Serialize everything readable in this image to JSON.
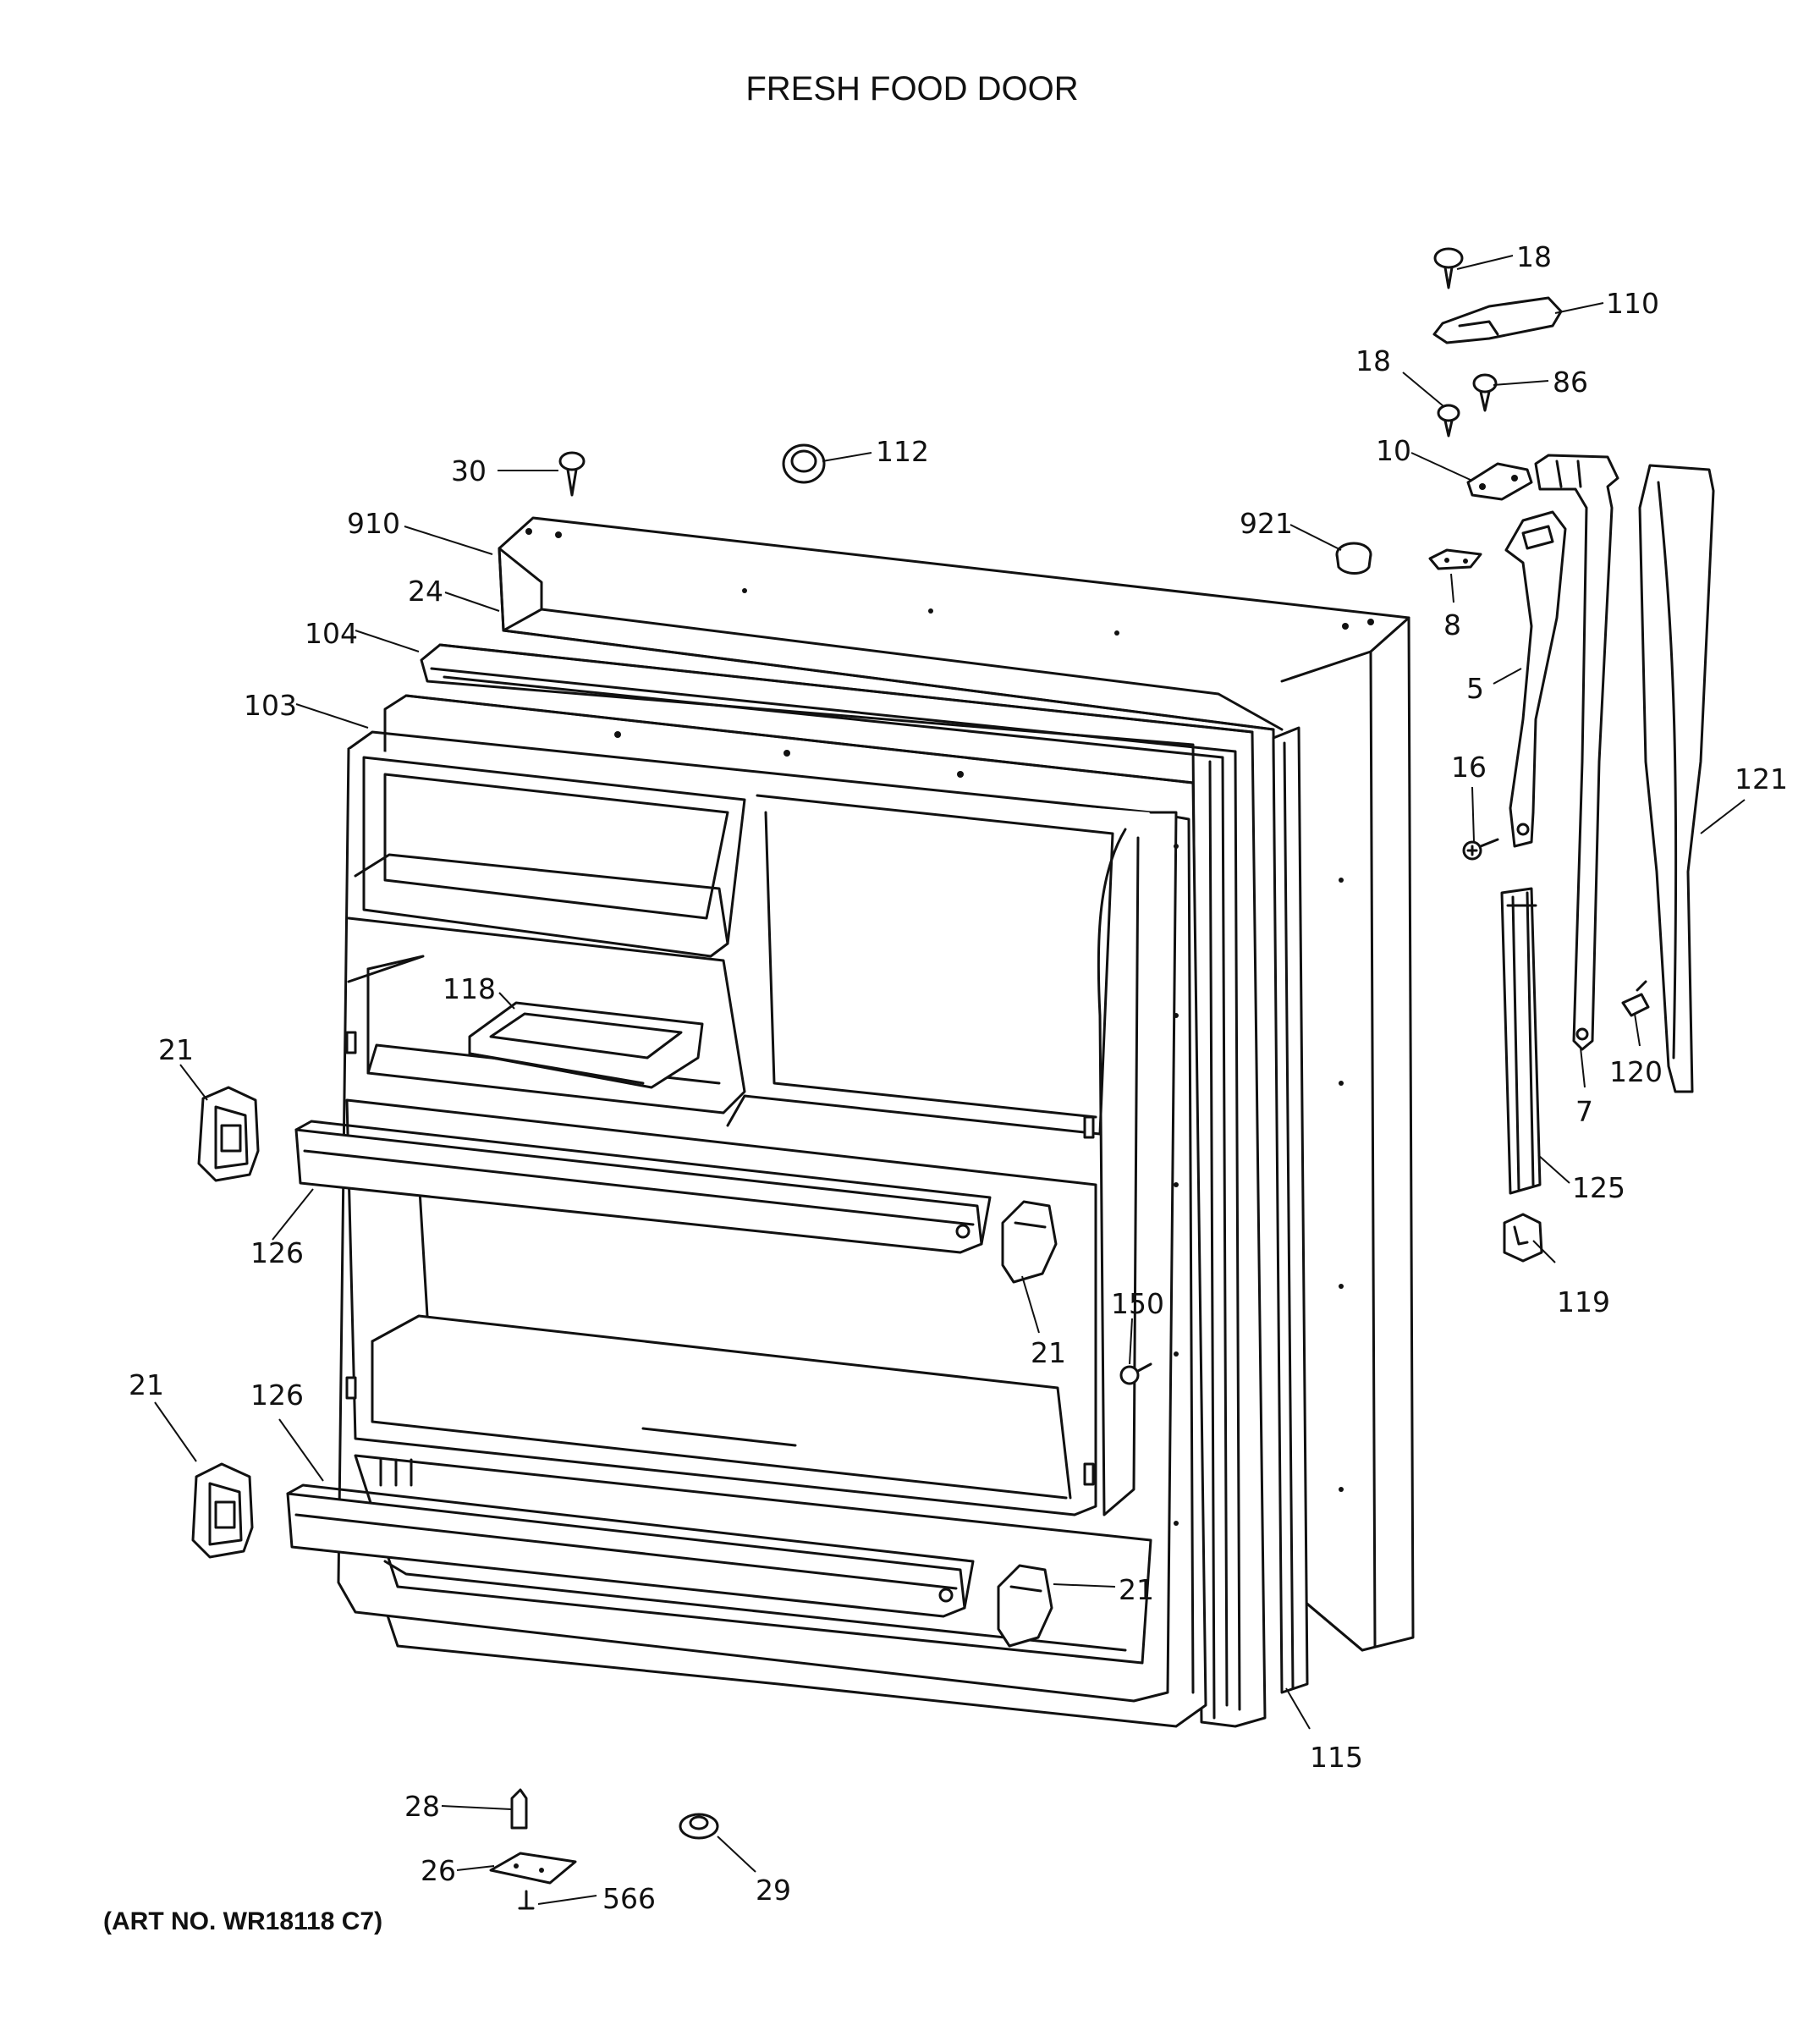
{
  "title": "FRESH FOOD DOOR",
  "art_number": "(ART NO. WR18118 C7)",
  "callouts": {
    "c18a": "18",
    "c110": "110",
    "c18b": "18",
    "c86": "86",
    "c30": "30",
    "c112": "112",
    "c10": "10",
    "c910": "910",
    "c921": "921",
    "c24": "24",
    "c8": "8",
    "c104": "104",
    "c103": "103",
    "c5": "5",
    "c16": "16",
    "c121": "121",
    "c118": "118",
    "c21a": "21",
    "c120": "120",
    "c7": "7",
    "c125": "125",
    "c126a": "126",
    "c21b": "21",
    "c119": "119",
    "c150": "150",
    "c21c": "21",
    "c126b": "126",
    "c21d": "21",
    "c115": "115",
    "c28": "28",
    "c26": "26",
    "c29": "29",
    "c566": "566"
  }
}
